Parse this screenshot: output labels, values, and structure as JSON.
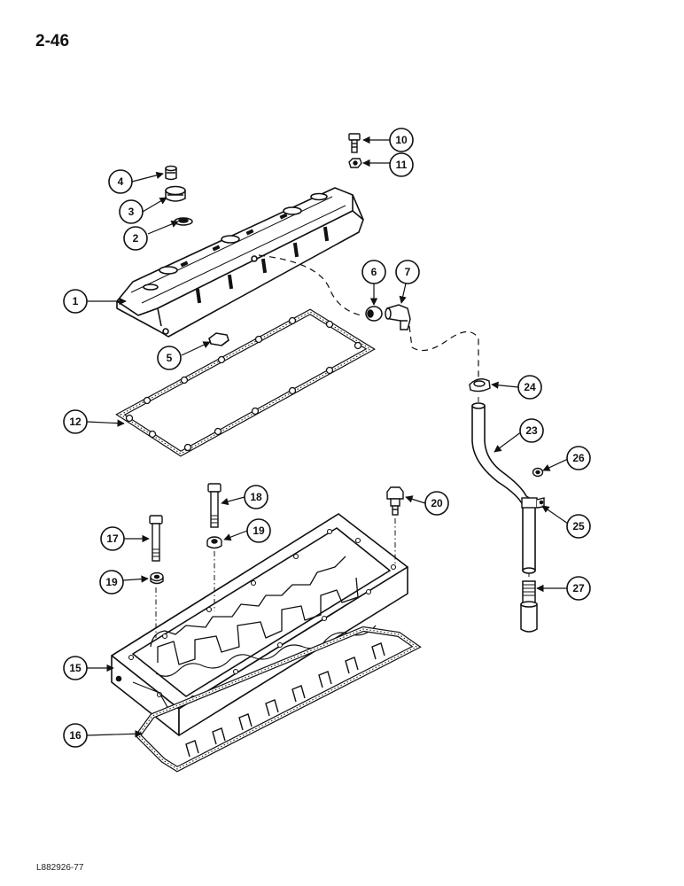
{
  "page_number": "2-46",
  "drawing_code": "L882926-77",
  "callouts": [
    {
      "id": "1",
      "part": "valve-cover"
    },
    {
      "id": "2",
      "part": "seal-washer"
    },
    {
      "id": "3",
      "part": "breather-body"
    },
    {
      "id": "4",
      "part": "breather-cap"
    },
    {
      "id": "5",
      "part": "nut"
    },
    {
      "id": "6",
      "part": "adapter"
    },
    {
      "id": "7",
      "part": "elbow-fitting"
    },
    {
      "id": "10",
      "part": "bolt"
    },
    {
      "id": "11",
      "part": "nut"
    },
    {
      "id": "12",
      "part": "valve-cover-gasket"
    },
    {
      "id": "15",
      "part": "spacer-housing"
    },
    {
      "id": "16",
      "part": "spacer-gasket"
    },
    {
      "id": "17",
      "part": "bolt"
    },
    {
      "id": "18",
      "part": "bolt"
    },
    {
      "id": "19",
      "part": "washer"
    },
    {
      "id": "19",
      "part": "washer"
    },
    {
      "id": "20",
      "part": "stud-nut"
    },
    {
      "id": "23",
      "part": "breather-tube"
    },
    {
      "id": "24",
      "part": "clamp"
    },
    {
      "id": "25",
      "part": "tube-clamp"
    },
    {
      "id": "26",
      "part": "washer"
    },
    {
      "id": "27",
      "part": "tube-adapter"
    }
  ]
}
